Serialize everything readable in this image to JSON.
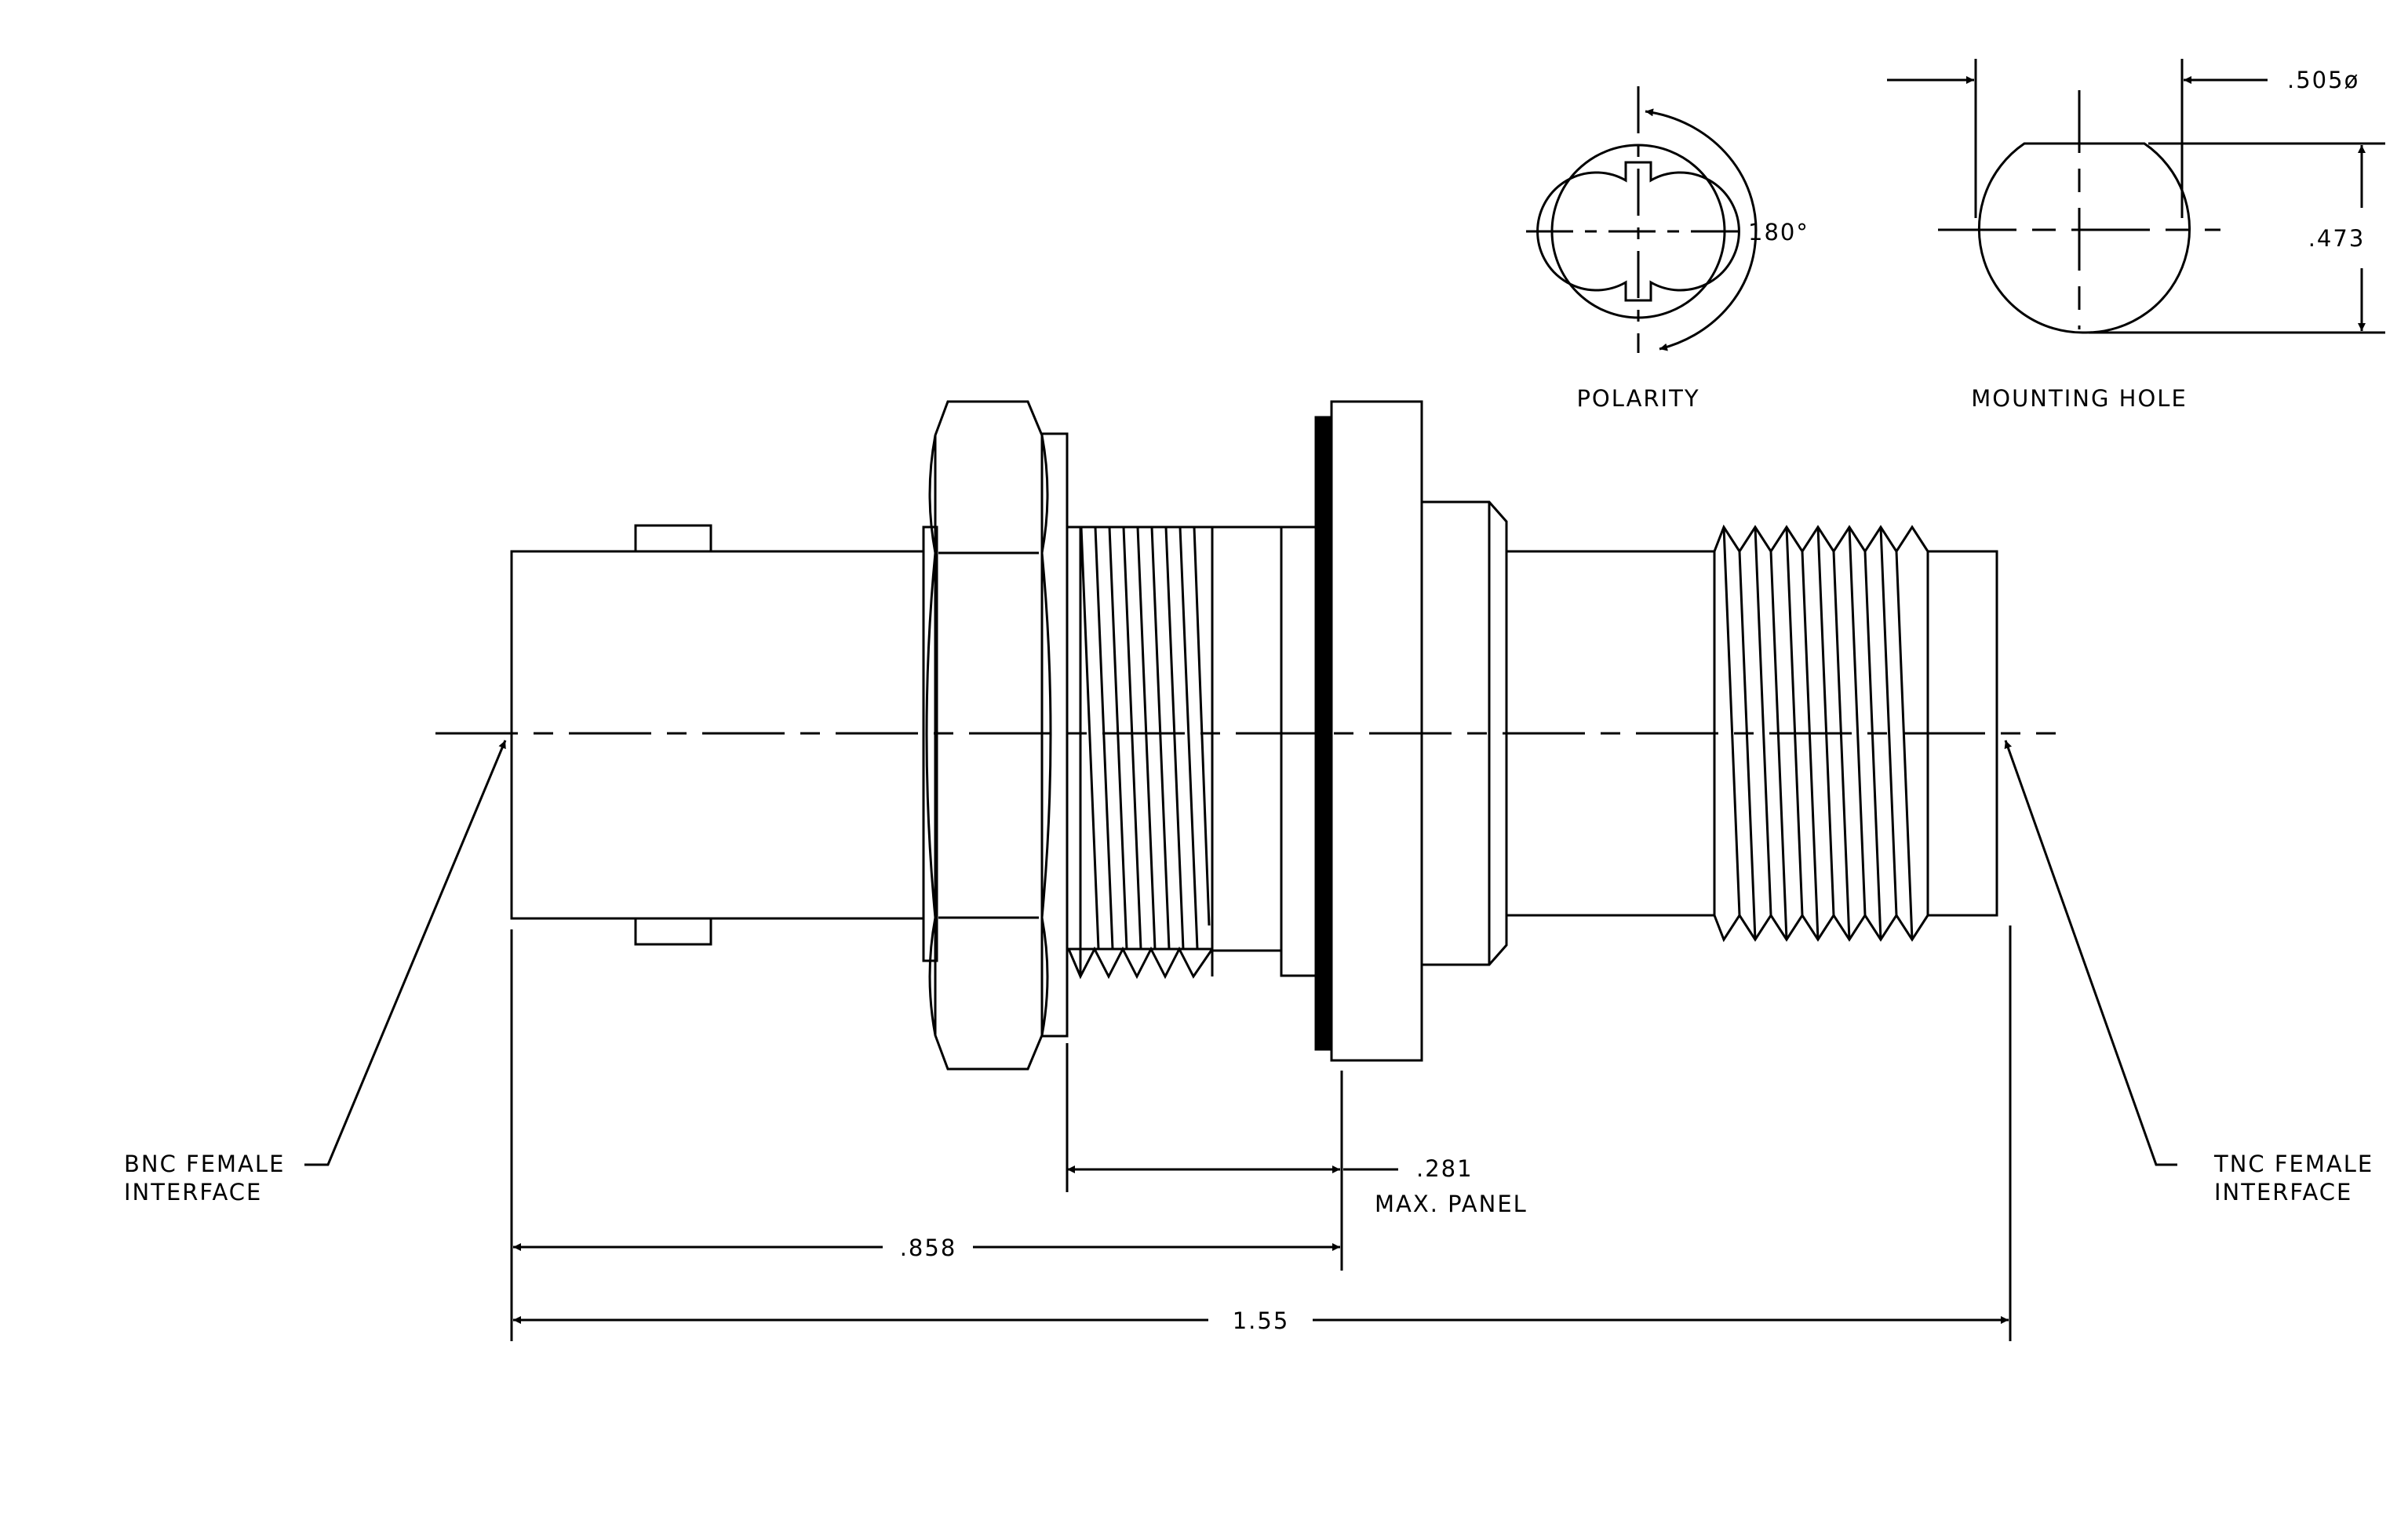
{
  "colors": {
    "ink": "#000000",
    "paper": "#ffffff"
  },
  "polarity": {
    "title": "POLARITY",
    "angle": "180°"
  },
  "mounting_hole": {
    "title": "MOUNTING HOLE",
    "diameter": ".505ø",
    "flat": ".473"
  },
  "labels": {
    "bnc_line1": "BNC FEMALE",
    "bnc_line2": "INTERFACE",
    "tnc_line1": "TNC FEMALE",
    "tnc_line2": "INTERFACE"
  },
  "dimensions": {
    "panel_value": ".281",
    "panel_note": "MAX. PANEL",
    "bnc_length": ".858",
    "overall_length": "1.55"
  }
}
